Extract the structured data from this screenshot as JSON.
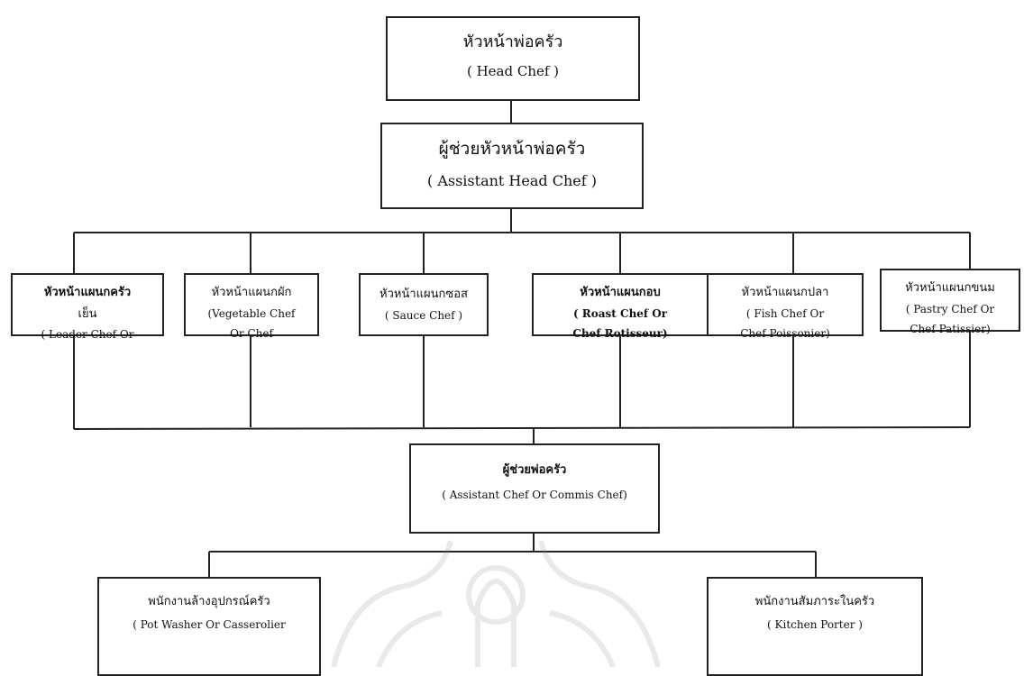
{
  "diagram": {
    "head_chef": {
      "thai": "หัวหน้าพ่อครัว",
      "english": "( Head Chef )"
    },
    "assistant_head_chef": {
      "thai": "ผู้ช่วยหัวหน้าพ่อครัว",
      "english": "( Assistant Head Chef )"
    },
    "section_leaders": [
      {
        "thai": "หัวหน้าแผนกครัว",
        "line2": "เย็น",
        "line3": "( Leader Chef Or"
      },
      {
        "thai": "หัวหน้าแผนกผัก",
        "line2": "(Vegetable Chef",
        "line3": "Or Chef"
      },
      {
        "thai": "หัวหน้าแผนกซอส",
        "line2": "( Sauce Chef )",
        "line3": ""
      },
      {
        "thai": "หัวหน้าแผนกอบ",
        "line2": "( Roast Chef Or",
        "line3": "Chef Rotisseur)"
      },
      {
        "thai": "หัวหน้าแผนกปลา",
        "line2": "( Fish Chef Or",
        "line3": "Chef Poissonier)"
      },
      {
        "thai": "หัวหน้าแผนกขนม",
        "line2": "( Pastry Chef Or",
        "line3": "Chef Patissier)"
      }
    ],
    "assistant_chef": {
      "thai": "ผู้ช่วยพ่อครัว",
      "english": "( Assistant Chef Or Commis Chef)"
    },
    "pot_washer": {
      "thai": "พนักงานล้างอุปกรณ์ครัว",
      "english": "( Pot Washer Or Casserolier"
    },
    "kitchen_porter": {
      "thai": "พนักงานสัมภาระในครัว",
      "english": "( Kitchen Porter )"
    }
  }
}
